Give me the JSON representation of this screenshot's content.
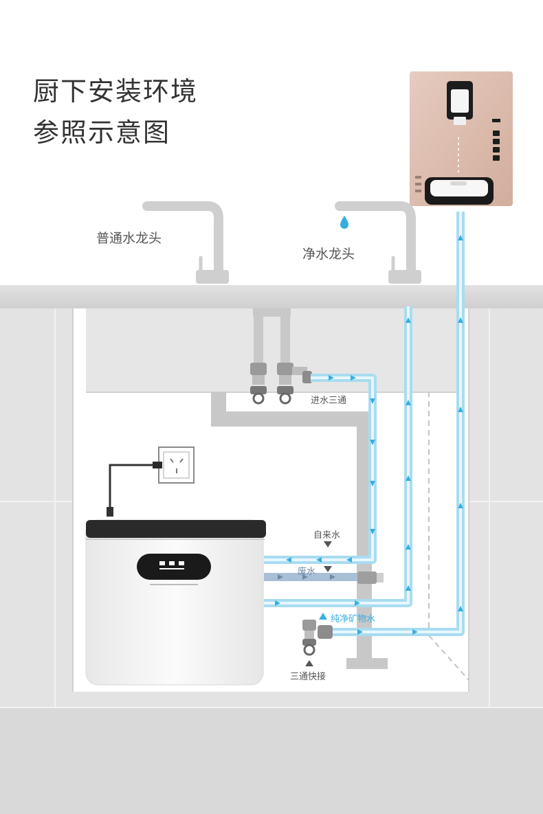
{
  "title": {
    "line1": "厨下安装环境",
    "line2": "参照示意图"
  },
  "labels": {
    "normal_faucet": "普通水龙头",
    "pure_faucet": "净水龙头",
    "inlet_tee": "进水三通",
    "tap_water": "自来水",
    "waste_water": "废水",
    "mineral_water": "纯净矿物水",
    "quick_tee": "三通快接"
  },
  "colors": {
    "title_text": "#333333",
    "counter": "#d4d4d4",
    "cabinet_wall": "#e8e8e8",
    "pipe_grey": "#c8c8c8",
    "water_line": "#8fd3ef",
    "flow_arrow": "#37aee0",
    "waste_line": "#9fb6cc",
    "dispenser_body": "#dfc0b3",
    "purifier_body": "#f4f4f4",
    "purifier_lid": "#2a2a2a"
  },
  "icons": {
    "water_drop": "water-drop-icon",
    "power_socket": "power-socket-icon",
    "flow_arrow": "arrow-icon",
    "indicator": "triangle-icon"
  }
}
